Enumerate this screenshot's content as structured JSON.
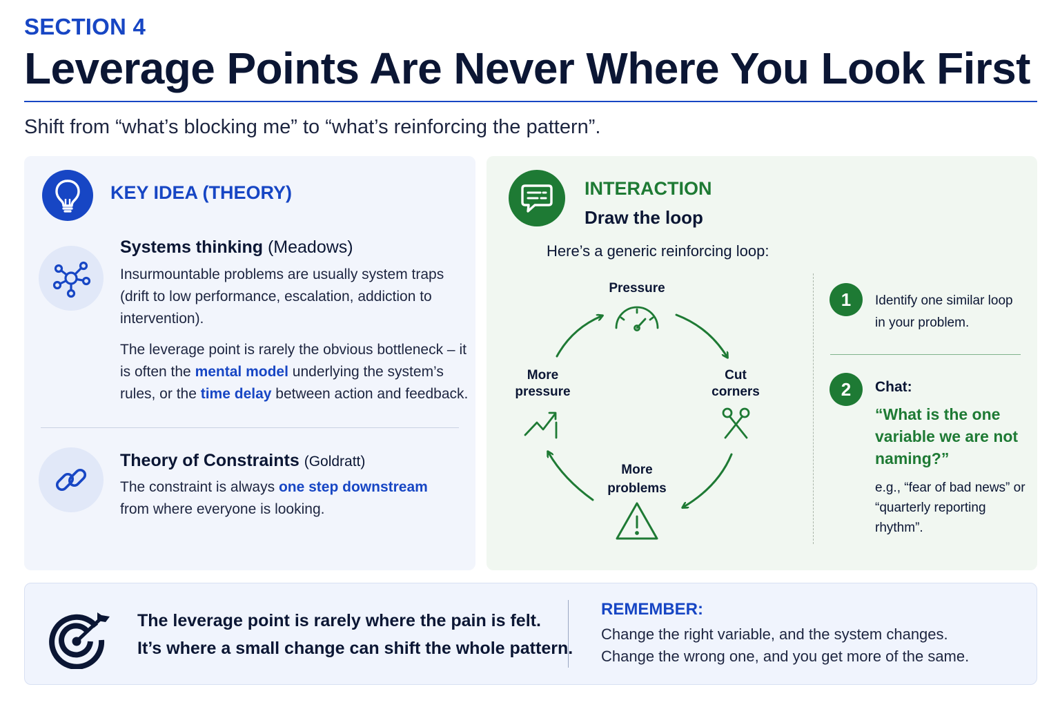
{
  "header": {
    "section_label": "SECTION 4",
    "title": "Leverage Points Are Never Where You Look First",
    "subtitle": "Shift from “what’s blocking me” to “what’s reinforcing the pattern”."
  },
  "key_idea": {
    "heading": "KEY IDEA (THEORY)",
    "icon": "lightbulb-icon",
    "systems": {
      "icon": "network-icon",
      "title": "Systems thinking",
      "author": "(Meadows)",
      "paragraph1": "Insurmountable problems are usually system traps (drift to low performance, escalation, addiction to intervention).",
      "p2_part1": "The leverage point is rarely the obvious bottleneck – it is often the ",
      "p2_accent1": "mental model",
      "p2_part2": " underlying the system’s rules, or the ",
      "p2_accent2": "time delay",
      "p2_part3": " between action and feedback."
    },
    "constraints": {
      "icon": "link-icon",
      "title": "Theory of Constraints",
      "author": "(Goldratt)",
      "part1": "The constraint is always ",
      "accent": "one step downstream",
      "part2": " from where everyone is looking."
    }
  },
  "interaction": {
    "icon": "chat-icon",
    "heading": "INTERACTION",
    "subheading": "Draw the loop",
    "intro": "Here’s a generic reinforcing loop:",
    "loop": {
      "node_top": "Pressure",
      "node_right_1": "Cut",
      "node_right_2": "corners",
      "node_bottom_1": "More",
      "node_bottom_2": "problems",
      "node_left_1": "More",
      "node_left_2": "pressure",
      "icons": [
        "gauge-icon",
        "scissors-icon",
        "warning-icon",
        "trend-up-icon"
      ]
    },
    "steps": [
      {
        "number": "1",
        "text_line1": "Identify one similar loop",
        "text_line2": "in your problem."
      },
      {
        "number": "2",
        "label": "Chat:",
        "quote": "“What is the one variable we are not naming?”",
        "example": "e.g., “fear of bad news” or “quarterly reporting rhythm”."
      }
    ],
    "accent_color": "#1e7a34"
  },
  "bottom": {
    "icon": "target-icon",
    "takeaway_line1": "The leverage point is rarely where the pain is felt.",
    "takeaway_line2": "It’s where a small change can shift the whole pattern.",
    "remember_label": "REMEMBER:",
    "remember_line1": "Change the right variable, and the system changes.",
    "remember_line2": "Change the wrong one, and you get more of the same."
  },
  "colors": {
    "primary_blue": "#1746c4",
    "navy": "#0b1634",
    "green": "#1e7a34"
  }
}
